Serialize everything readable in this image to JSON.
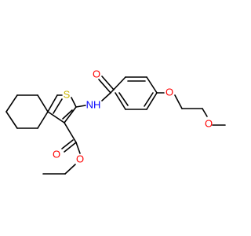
{
  "colors": {
    "bond": "#000000",
    "oxygen": "#ff0000",
    "nitrogen": "#0000ff",
    "sulfur": "#c8b400"
  },
  "atoms": {
    "sulfur": "S",
    "amide_nitrogen": "NH",
    "amide_oxygen": "O",
    "ester_carbonyl_oxygen": "O",
    "ester_oxygen": "O",
    "aryl_ether_oxygen": "O",
    "methoxy_oxygen": "O"
  }
}
